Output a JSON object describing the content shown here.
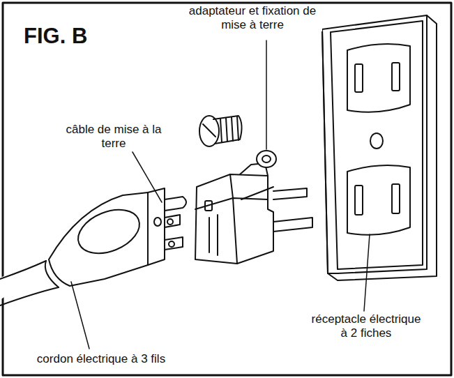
{
  "diagram": {
    "title": "FIG. B",
    "labels": [
      "adaptateur et fixation de mise à terre",
      "câble de mise à la terre",
      "cordon électrique à 3 fils",
      "réceptacle électrique à 2 fiches"
    ]
  }
}
